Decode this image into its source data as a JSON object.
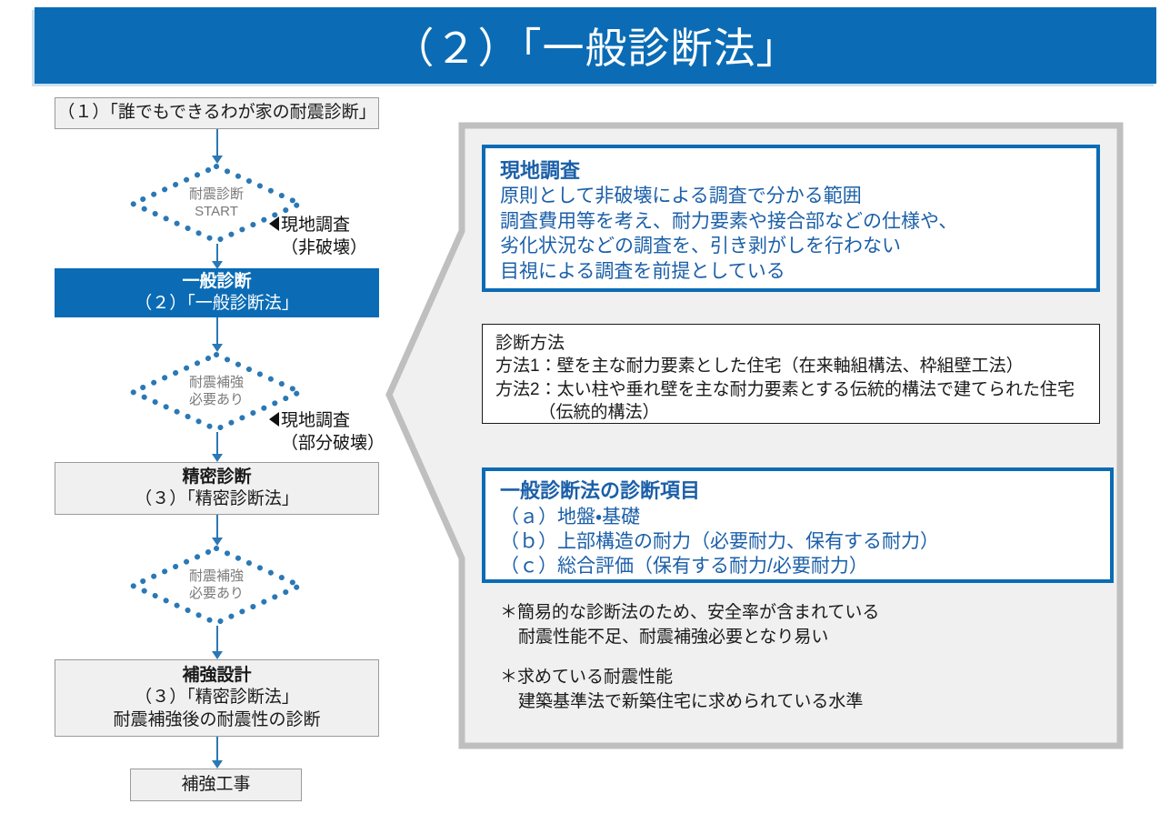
{
  "slide": {
    "title": "（２）「一般診断法」"
  },
  "flow": {
    "boxes": [
      {
        "id": "diy",
        "lines": [
          "（１）「誰でもできるわが家の耐震診断」"
        ],
        "bold": [
          false
        ]
      },
      {
        "id": "general",
        "lines": [
          "一般診断",
          "（２）「一般診断法」"
        ],
        "bold": [
          true,
          false
        ]
      },
      {
        "id": "precise",
        "lines": [
          "精密診断",
          "（３）「精密診断法」"
        ],
        "bold": [
          true,
          false
        ]
      },
      {
        "id": "design",
        "lines": [
          "補強設計",
          "（３）「精密診断法」",
          "耐震補強後の耐震性の診断"
        ],
        "bold": [
          true,
          false,
          false
        ]
      },
      {
        "id": "work",
        "lines": [
          "補強工事"
        ],
        "bold": [
          false
        ]
      }
    ],
    "diamonds": [
      {
        "id": "start",
        "lines": [
          "耐震診断",
          "START"
        ]
      },
      {
        "id": "need1",
        "lines": [
          "耐震補強",
          "必要あり"
        ]
      },
      {
        "id": "need2",
        "lines": [
          "耐震補強",
          "必要あり"
        ]
      }
    ],
    "side_notes": [
      {
        "id": "nonde",
        "line1": "現地調査",
        "line2": "（非破壊）"
      },
      {
        "id": "part",
        "line1": "現地調査",
        "line2": "（部分破壊）"
      }
    ]
  },
  "callout": {
    "survey": {
      "heading": "現地調査",
      "lines": [
        "原則として非破壊による調査で分かる範囲",
        "調査費用等を考え、耐力要素や接合部などの仕様や、",
        "劣化状況などの調査を、引き剥がしを行わない",
        "目視による調査を前提としている"
      ]
    },
    "method": {
      "heading": "診断方法",
      "lines": [
        "方法1：壁を主な耐力要素とした住宅（在来軸組構法、枠組壁工法）",
        "方法2：太い柱や垂れ壁を主な耐力要素とする伝統的構法で建てられた住宅",
        "　　　（伝統的構法）"
      ]
    },
    "items": {
      "heading": "一般診断法の診断項目",
      "lines": [
        "（ａ）地盤・基礎",
        "（ｂ）上部構造の耐力（必要耐力、保有する耐力）",
        "（ｃ）総合評価（保有する耐力/必要耐力）"
      ]
    },
    "notes": [
      {
        "line1": "＊簡易的な診断法のため、安全率が含まれている",
        "line2": "耐震性能不足、耐震補強必要となり易い"
      },
      {
        "line1": "＊求めている耐震性能",
        "line2": "建築基準法で新築住宅に求められている水準"
      }
    ]
  },
  "colors": {
    "accent_blue": "#0b6cb5",
    "text_blue": "#1b5fa8",
    "box_gray": "#f0f0f0",
    "panel_gray": "#f0f0f0",
    "panel_border": "#bfbfbf",
    "dot_blue": "#2a78b5",
    "diamond_text": "#7a7a7a"
  }
}
